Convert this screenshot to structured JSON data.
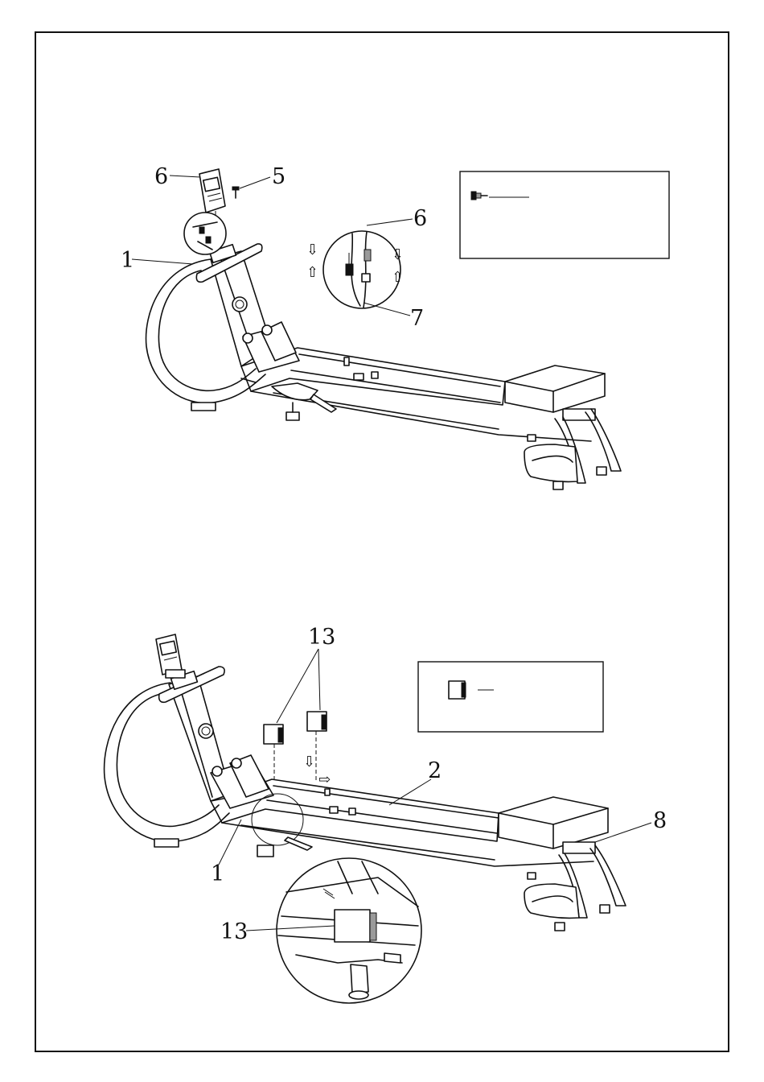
{
  "page": {
    "border_color": "#111111",
    "background": "#ffffff"
  },
  "step_top": {
    "callouts": {
      "console": "6",
      "screw": "5",
      "frame": "1",
      "cable_upper": "6",
      "cable_lower": "7"
    },
    "parts_box": {
      "items": [
        {
          "icon": "screw-icon",
          "qty": ""
        }
      ]
    }
  },
  "step_bottom": {
    "callouts": {
      "covers": "13",
      "rail": "2",
      "frame": "1",
      "rear_foot": "8",
      "detail_cover": "13"
    },
    "parts_box": {
      "items": [
        {
          "icon": "cover-block-icon",
          "qty": ""
        }
      ]
    }
  }
}
